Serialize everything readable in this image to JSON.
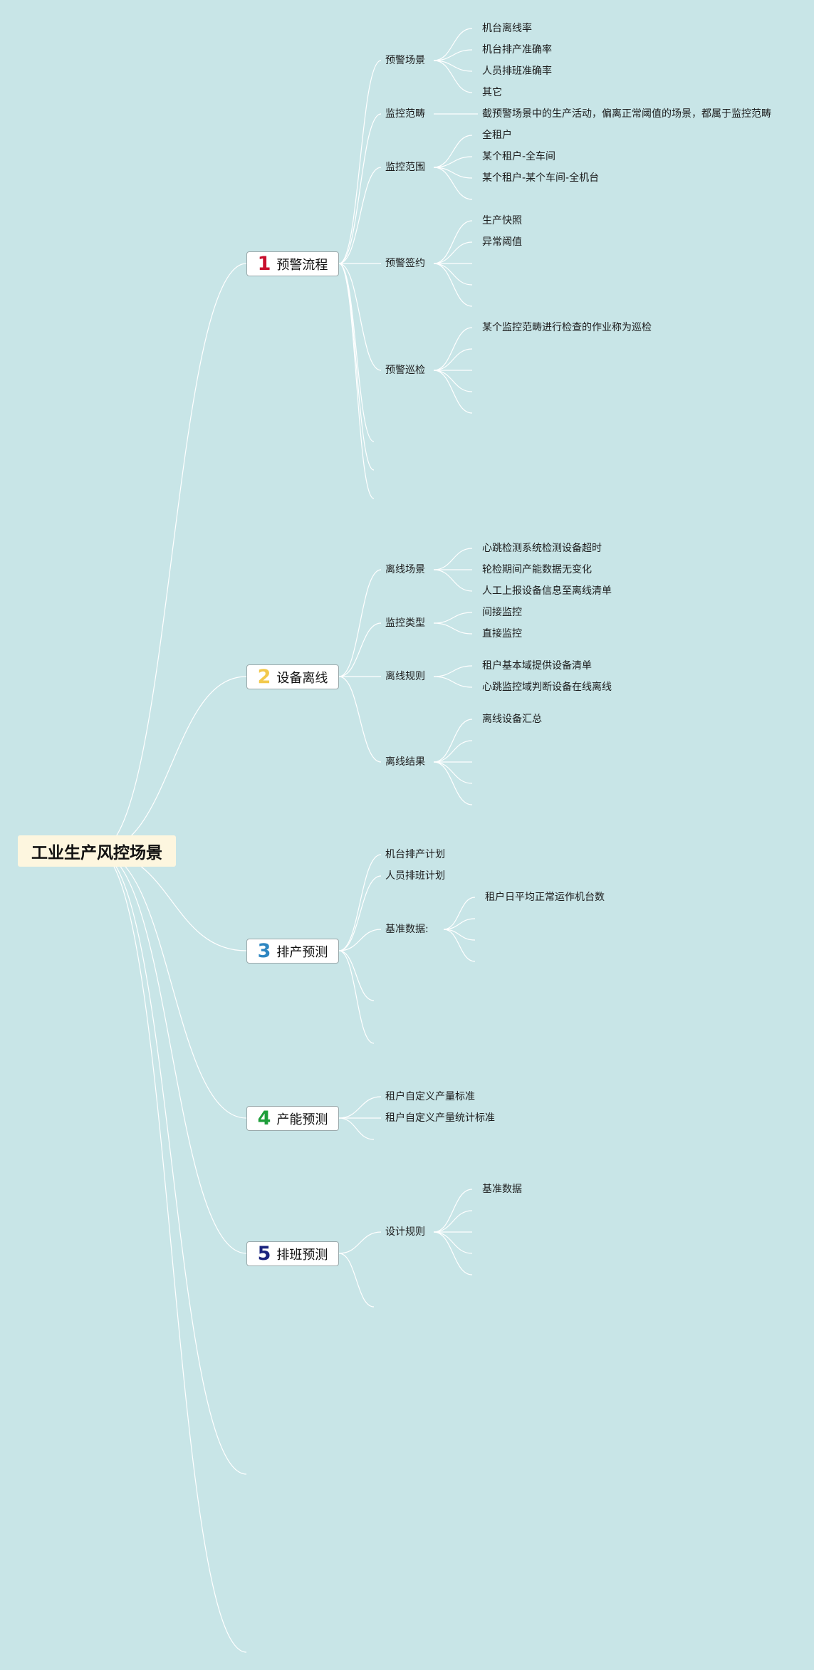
{
  "root": {
    "label": "工业生产风控场景"
  },
  "topics": [
    {
      "number": "1",
      "label": "预警流程",
      "color": "#c8102e",
      "children": [
        {
          "label": "预警场景",
          "children": [
            "机台离线率",
            "机台排产准确率",
            "人员排班准确率",
            "其它"
          ]
        },
        {
          "label": "监控范畴",
          "children": [
            "截预警场景中的生产活动，偏离正常阈值的场景，都属于监控范畴"
          ]
        },
        {
          "label": "监控范围",
          "children": [
            "全租户",
            "某个租户-全车间",
            "某个租户-某个车间-全机台",
            ""
          ]
        },
        {
          "label": "预警签约",
          "children": [
            "生产快照",
            "异常阈值",
            "",
            "",
            ""
          ]
        },
        {
          "label": "预警巡检",
          "children": [
            "某个监控范畴进行检查的作业称为巡检",
            "",
            "",
            "",
            ""
          ]
        },
        {
          "label": "",
          "children": []
        },
        {
          "label": "",
          "children": []
        },
        {
          "label": "",
          "children": []
        }
      ]
    },
    {
      "number": "2",
      "label": "设备离线",
      "color": "#f2c94c",
      "children": [
        {
          "label": "离线场景",
          "children": [
            "心跳检测系统检测设备超时",
            "轮检期间产能数据无变化",
            "人工上报设备信息至离线清单"
          ]
        },
        {
          "label": "监控类型",
          "children": [
            "间接监控",
            "直接监控"
          ]
        },
        {
          "label": "离线规则",
          "children": [
            "租户基本域提供设备清单",
            "心跳监控域判断设备在线离线"
          ]
        },
        {
          "label": "离线结果",
          "children": [
            "离线设备汇总",
            "",
            "",
            "",
            ""
          ]
        }
      ]
    },
    {
      "number": "3",
      "label": "排产预测",
      "color": "#2e86c1",
      "children": [
        {
          "label": "机台排产计划",
          "children": []
        },
        {
          "label": "人员排班计划",
          "children": []
        },
        {
          "label": "基准数据:",
          "children": [
            "租户日平均正常运作机台数",
            "",
            "",
            ""
          ]
        },
        {
          "label": "",
          "children": []
        },
        {
          "label": "",
          "children": []
        }
      ]
    },
    {
      "number": "4",
      "label": "产能预测",
      "color": "#1e9e3a",
      "children": [
        {
          "label": "租户自定义产量标准",
          "children": []
        },
        {
          "label": "租户自定义产量统计标准",
          "children": []
        },
        {
          "label": "",
          "children": []
        }
      ]
    },
    {
      "number": "5",
      "label": "排班预测",
      "color": "#1a237e",
      "children": [
        {
          "label": "设计规则",
          "children": [
            "基准数据",
            "",
            "",
            "",
            ""
          ]
        },
        {
          "label": "",
          "children": []
        }
      ]
    }
  ],
  "dangling_root_branches": 2,
  "colors": {
    "background": "#c8e5e7",
    "line": "#ffffff"
  }
}
